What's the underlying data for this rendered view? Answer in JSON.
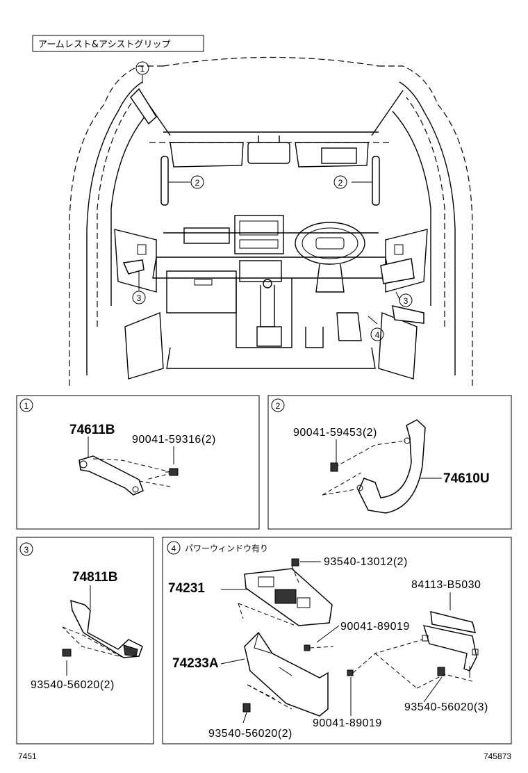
{
  "title": "アームレスト&アシストグリップ",
  "overview": {
    "callouts": [
      "1",
      "2",
      "2",
      "3",
      "3",
      "4"
    ]
  },
  "panels": [
    {
      "number": "1",
      "parts": [
        {
          "label": "74611B"
        },
        {
          "label": "90041-59316(2)"
        }
      ]
    },
    {
      "number": "2",
      "parts": [
        {
          "label": "90041-59453(2)"
        },
        {
          "label": "74610U"
        }
      ]
    },
    {
      "number": "3",
      "parts": [
        {
          "label": "74811B"
        },
        {
          "label": "93540-56020(2)"
        }
      ]
    },
    {
      "number": "4",
      "note": "パワーウィンドウ有り",
      "parts": [
        {
          "label": "93540-13012(2)"
        },
        {
          "label": "74231"
        },
        {
          "label": "84113-B5030"
        },
        {
          "label": "90041-89019"
        },
        {
          "label": "74233A"
        },
        {
          "label": "93540-56020(3)"
        },
        {
          "label": "90041-89019"
        },
        {
          "label": "93540-56020(2)"
        }
      ]
    }
  ],
  "footer": {
    "left_code": "7451",
    "right_code": "745873"
  }
}
